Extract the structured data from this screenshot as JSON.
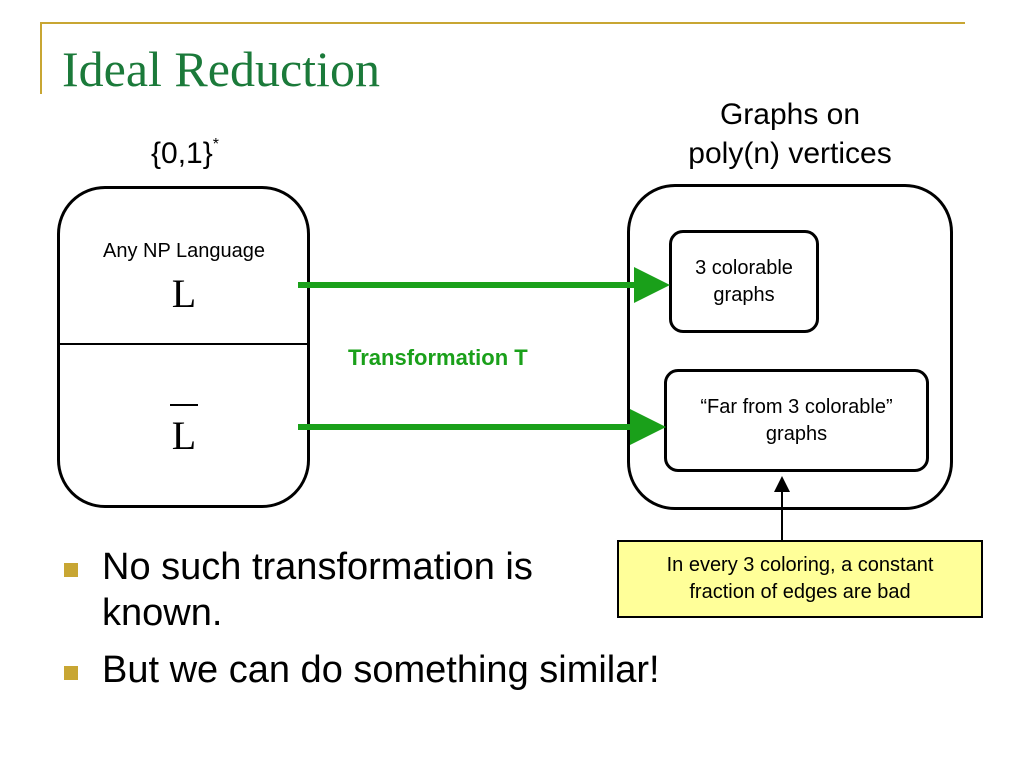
{
  "slide": {
    "title": "Ideal Reduction"
  },
  "diagram": {
    "domain_set": {
      "base": "{0,1}",
      "superscript": "*"
    },
    "target_set_label": [
      "Graphs on",
      "poly(n) vertices"
    ],
    "left_box": {
      "np_label": "Any NP Language",
      "language": "L",
      "complement": "L"
    },
    "transformation_label": "Transformation T",
    "right_box": {
      "colorable": [
        "3 colorable",
        "graphs"
      ],
      "far": [
        "“Far from 3 colorable”",
        "graphs"
      ]
    },
    "callout": [
      "In every 3 coloring, a constant",
      "fraction of edges are bad"
    ],
    "colors": {
      "title": "#1b7a3a",
      "arrow": "#1aa01a",
      "callout_bg": "#ffff99",
      "accent": "#c8a633"
    }
  },
  "bullets": [
    "No such transformation is known.",
    "But we can do something similar!"
  ]
}
